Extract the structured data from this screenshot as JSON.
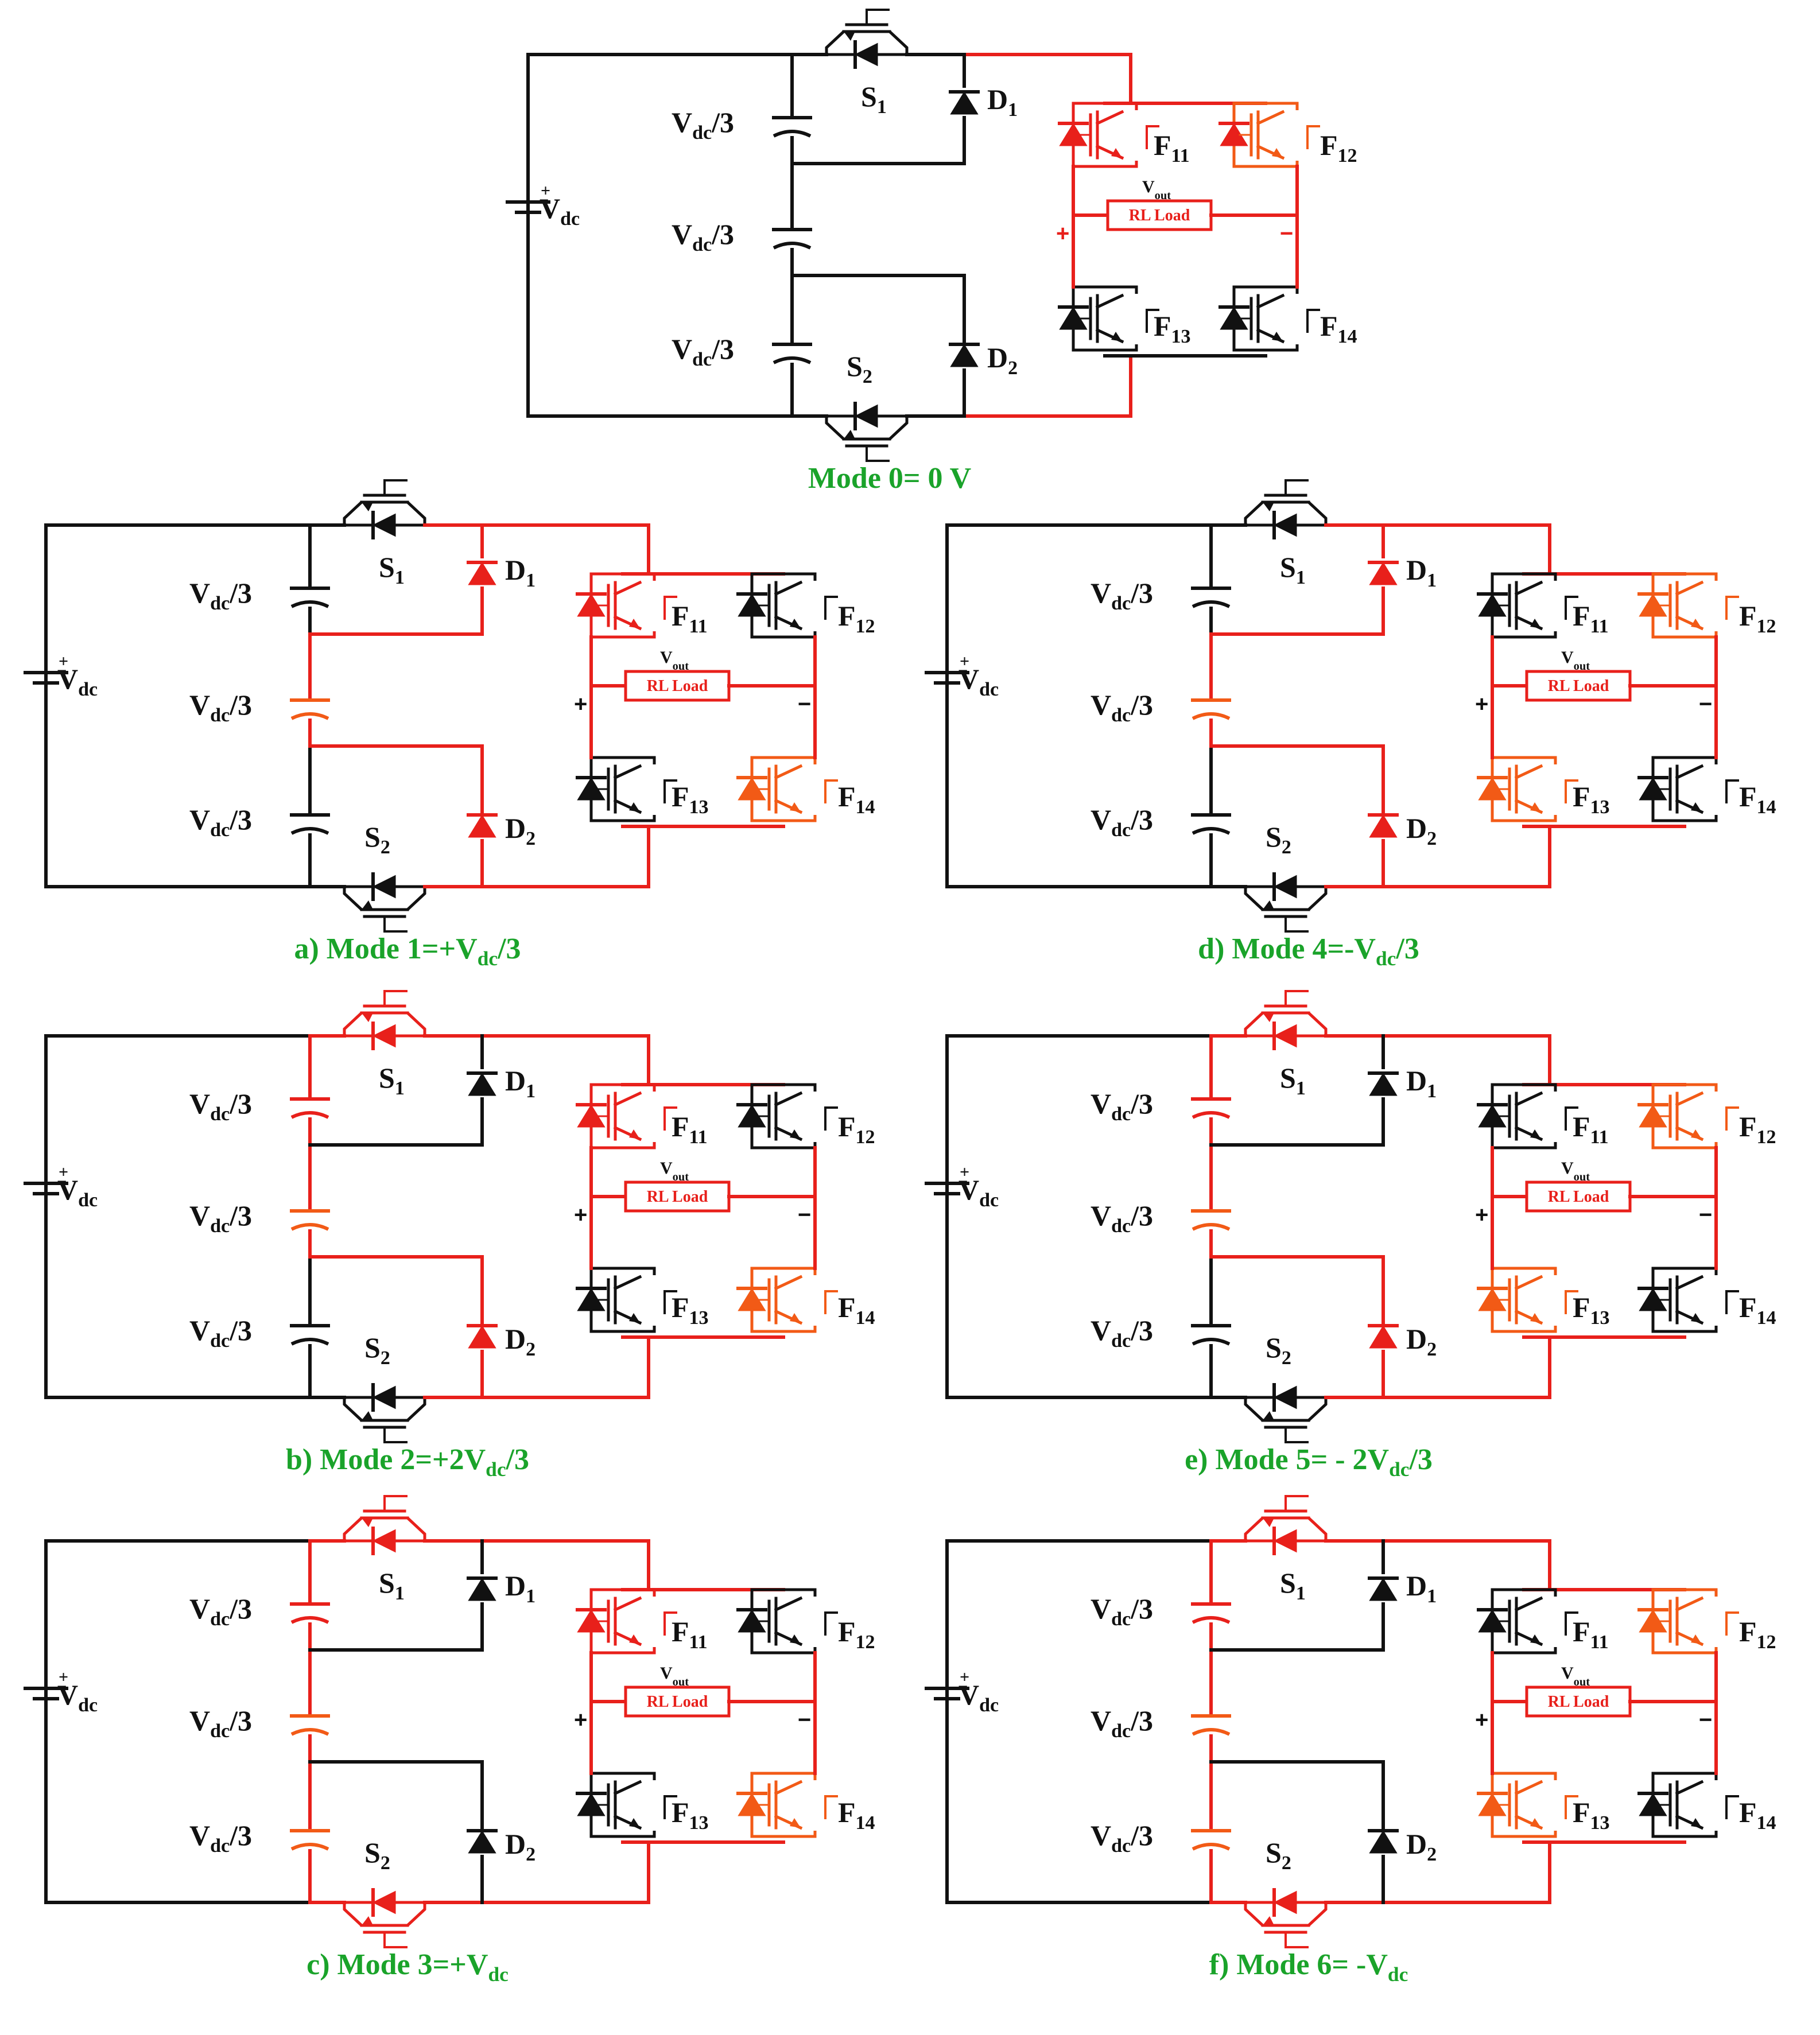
{
  "labels": {
    "vdc": "V",
    "vdc_sub": "dc",
    "cap_pre": "V",
    "cap_sub": "dc",
    "cap_post": "/3",
    "s1": "S",
    "s1_sub": "1",
    "s2": "S",
    "s2_sub": "2",
    "d1": "D",
    "d1_sub": "1",
    "d2": "D",
    "d2_sub": "2",
    "f11": "F",
    "f11_sub": "11",
    "f12": "F",
    "f12_sub": "12",
    "f13": "F",
    "f13_sub": "13",
    "f14": "F",
    "f14_sub": "14",
    "vout": "V",
    "vout_sub": "out",
    "load": "RL Load",
    "plus": "+",
    "minus": "−"
  },
  "colors": {
    "active": "#e8201b",
    "active_orange": "#f25a16",
    "inactive": "#111111",
    "caption": "#1aa32a"
  },
  "modes": [
    {
      "caption_pre": "Mode 0= 0 V",
      "caption_sub": "",
      "caption_post": "",
      "active": {
        "top_left": false,
        "top_right": true,
        "s1": false,
        "s2": false,
        "d1": false,
        "d2": false,
        "c1": false,
        "c2": false,
        "c3": false,
        "f11": true,
        "f12": true,
        "f13": false,
        "f14": false,
        "load": true
      }
    },
    {
      "caption_pre": "a) Mode 1=+V",
      "caption_sub": "dc",
      "caption_post": "/3",
      "active": {
        "top_left": false,
        "top_right": true,
        "s1": false,
        "s2": false,
        "d1": true,
        "d2": true,
        "c1": false,
        "c2": true,
        "c3": false,
        "f11": true,
        "f12": false,
        "f13": false,
        "f14": true,
        "load": true
      }
    },
    {
      "caption_pre": "b) Mode 2=+2V",
      "caption_sub": "dc",
      "caption_post": "/3",
      "active": {
        "top_left": true,
        "top_right": true,
        "s1": true,
        "s2": false,
        "d1": false,
        "d2": true,
        "c1": true,
        "c2": true,
        "c3": false,
        "f11": true,
        "f12": false,
        "f13": false,
        "f14": true,
        "load": true
      }
    },
    {
      "caption_pre": "c) Mode 3=+V",
      "caption_sub": "dc",
      "caption_post": "",
      "active": {
        "top_left": true,
        "top_right": true,
        "s1": true,
        "s2": true,
        "d1": false,
        "d2": false,
        "c1": true,
        "c2": true,
        "c3": true,
        "f11": true,
        "f12": false,
        "f13": false,
        "f14": true,
        "load": true
      }
    },
    {
      "caption_pre": "d) Mode 4=-V",
      "caption_sub": "dc",
      "caption_post": "/3",
      "active": {
        "top_left": false,
        "top_right": true,
        "s1": false,
        "s2": false,
        "d1": true,
        "d2": true,
        "c1": false,
        "c2": true,
        "c3": false,
        "f11": false,
        "f12": true,
        "f13": true,
        "f14": false,
        "load": true
      }
    },
    {
      "caption_pre": "e) Mode 5= - 2V",
      "caption_sub": "dc",
      "caption_post": "/3",
      "active": {
        "top_left": true,
        "top_right": true,
        "s1": true,
        "s2": false,
        "d1": false,
        "d2": true,
        "c1": true,
        "c2": true,
        "c3": false,
        "f11": false,
        "f12": true,
        "f13": true,
        "f14": false,
        "load": true
      }
    },
    {
      "caption_pre": "f) Mode 6= -V",
      "caption_sub": "dc",
      "caption_post": "",
      "active": {
        "top_left": true,
        "top_right": true,
        "s1": true,
        "s2": true,
        "d1": false,
        "d2": false,
        "c1": true,
        "c2": true,
        "c3": true,
        "f11": false,
        "f12": true,
        "f13": true,
        "f14": false,
        "load": true
      }
    }
  ]
}
